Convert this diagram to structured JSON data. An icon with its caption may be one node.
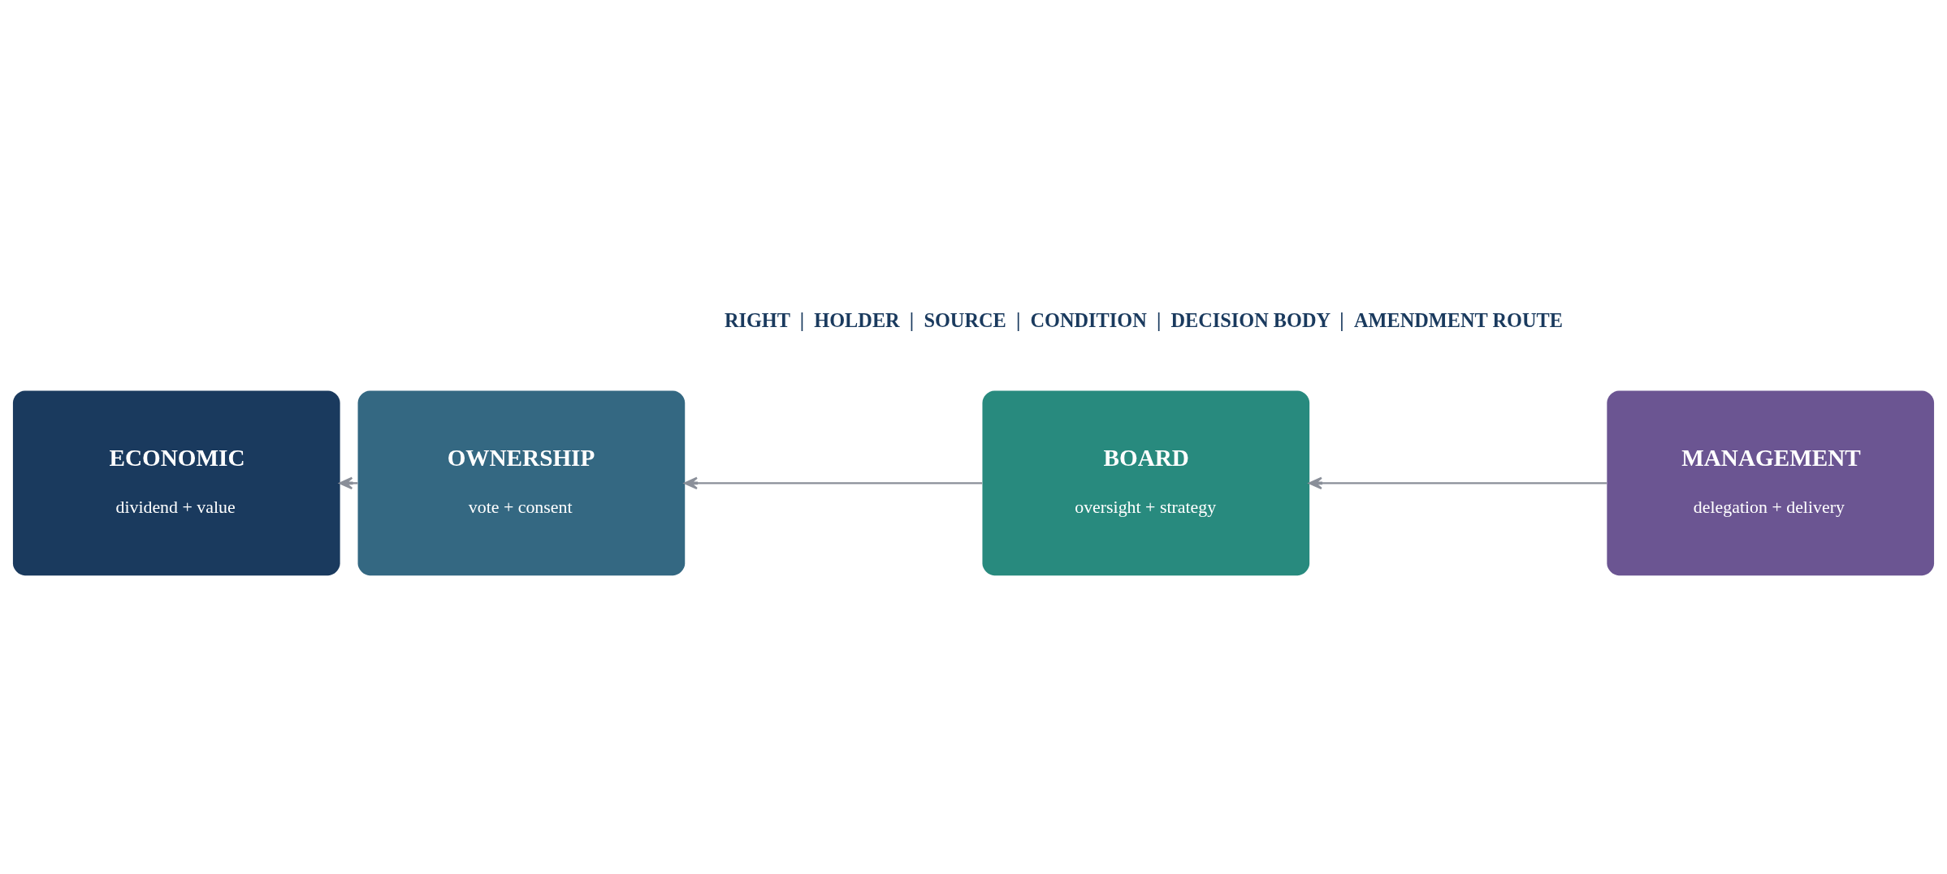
{
  "diagram": {
    "nodes": [
      {
        "text": [
          "ECONOMIC",
          "dividend + value"
        ]
      },
      {
        "text": [
          "OWNERSHIP",
          "vote + consent"
        ]
      },
      {
        "text": [
          "BOARD",
          "oversight + strategy"
        ]
      },
      {
        "text": [
          "MANAGEMENT",
          "delegation + delivery"
        ]
      }
    ],
    "edges": [
      {
        "from": 1,
        "to": 0,
        "arrow": "to"
      },
      {
        "from": 2,
        "to": 1,
        "arrow": "to"
      },
      {
        "from": 3,
        "to": 2,
        "arrow": "to"
      }
    ],
    "labels": [
      "RIGHT  |  HOLDER  |  SOURCE  |  CONDITION  |  DECISION BODY  |  AMENDMENT ROUTE"
    ]
  }
}
